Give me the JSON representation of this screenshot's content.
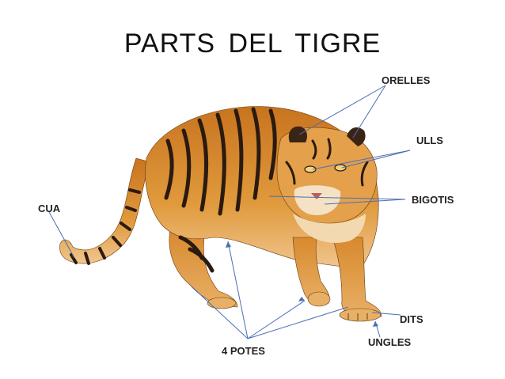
{
  "title": "PARTS  DEL  TIGRE",
  "labels": {
    "orelles": "ORELLES",
    "ulls": "ULLS",
    "bigotis": "BIGOTIS",
    "cua": "CUA",
    "dits": "DITS",
    "ungles": "UNGLES",
    "potes": "4 POTES"
  },
  "colors": {
    "leader_line": "#4a6fb5",
    "fur_orange": "#d98a2c",
    "fur_light": "#f2d9b0",
    "stripe": "#2a1a10"
  }
}
